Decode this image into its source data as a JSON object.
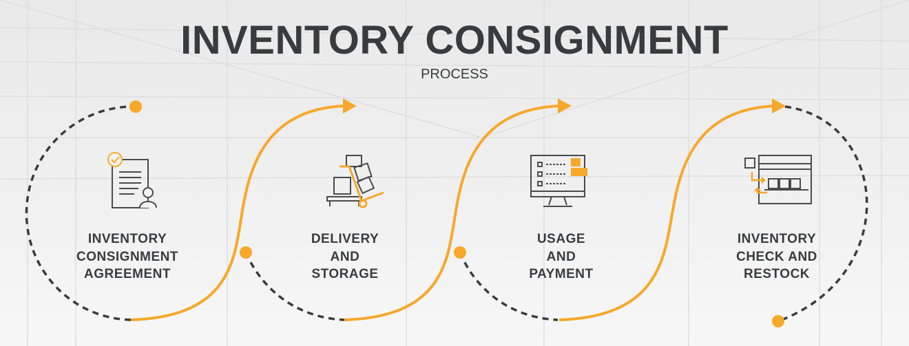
{
  "title": "INVENTORY CONSIGNMENT",
  "subtitle": "PROCESS",
  "colors": {
    "accent": "#F7A82A",
    "text": "#3A3B3D",
    "dash": "#3A3B3D",
    "icon_line": "#4A4A4A",
    "background": "#F3F3F3"
  },
  "steps": [
    {
      "lines": [
        "INVENTORY",
        "CONSIGNMENT",
        "AGREEMENT"
      ],
      "icon": "contract-document-with-person-icon"
    },
    {
      "lines": [
        "DELIVERY",
        "AND",
        "STORAGE"
      ],
      "icon": "hand-truck-with-boxes-icon"
    },
    {
      "lines": [
        "USAGE",
        "AND",
        "PAYMENT"
      ],
      "icon": "monitor-checklist-with-box-icon"
    },
    {
      "lines": [
        "INVENTORY",
        "CHECK AND",
        "RESTOCK"
      ],
      "icon": "shelf-restock-icon"
    }
  ]
}
